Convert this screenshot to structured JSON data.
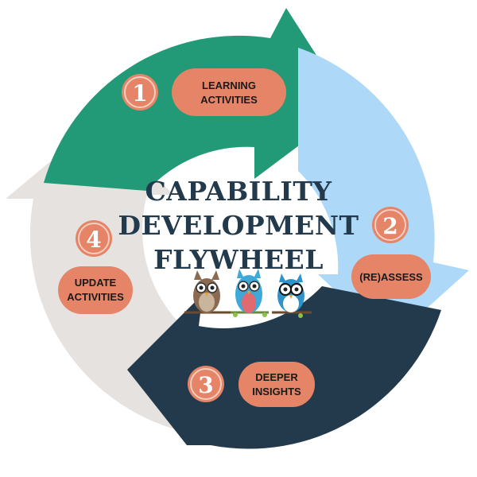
{
  "title": {
    "line1": "CAPABILITY",
    "line2": "DEVELOPMENT",
    "line3": "FLYWHEEL"
  },
  "colors": {
    "step1": "#229a78",
    "step2": "#add8f7",
    "step3": "#233a4c",
    "step4": "#e5e2e0",
    "pill": "#e58466",
    "title": "#233a4c"
  },
  "steps": [
    {
      "number": "1",
      "label_lines": [
        "LEARNING",
        "ACTIVITIES"
      ]
    },
    {
      "number": "2",
      "label_lines": [
        "(RE)ASSESS"
      ]
    },
    {
      "number": "3",
      "label_lines": [
        "DEEPER",
        "INSIGHTS"
      ]
    },
    {
      "number": "4",
      "label_lines": [
        "UPDATE",
        "ACTIVITIES"
      ]
    }
  ],
  "mascots": [
    "brown-owl-icon",
    "blue-owl-icon",
    "nerd-owl-icon"
  ]
}
